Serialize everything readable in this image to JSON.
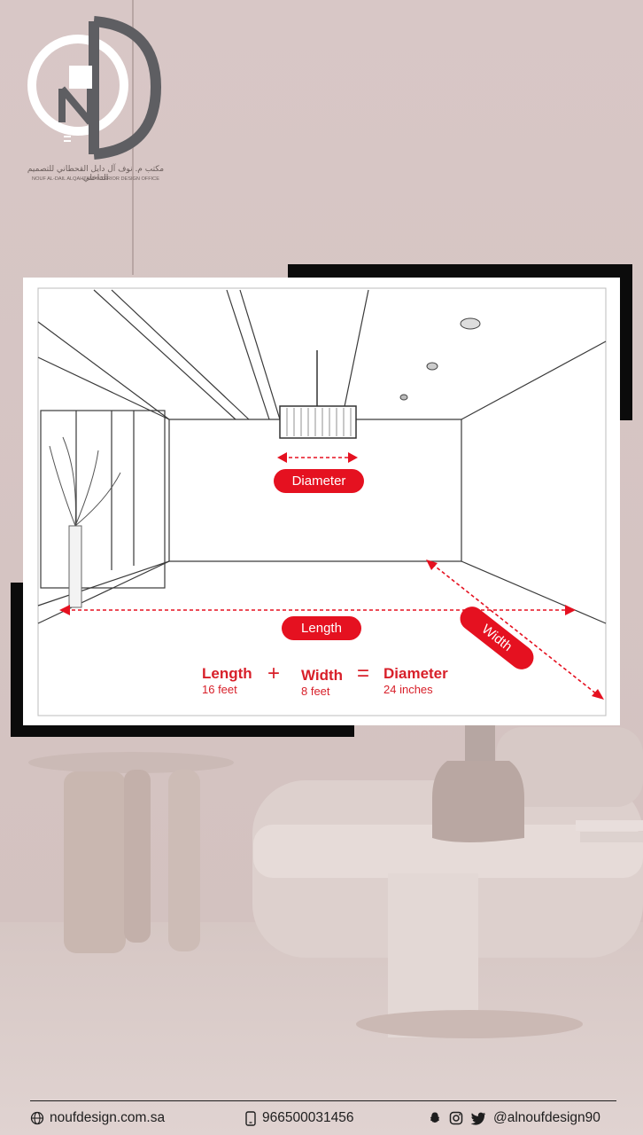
{
  "brand": {
    "logo_letters": "ND",
    "name_ar": "مكتب م. نوف آل دايل القحطاني للتصميم الداخلي",
    "name_en": "NOUF AL-DAIL ALQAHTANI INTERIOR DESIGN OFFICE",
    "accent_color": "#e51120"
  },
  "diagram": {
    "diameter_label": "Diameter",
    "length_label": "Length",
    "width_label": "Width",
    "formula": {
      "length_title": "Length",
      "length_value": "16 feet",
      "plus": "+",
      "width_title": "Width",
      "width_value": "8 feet",
      "equals": "=",
      "diameter_title": "Diameter",
      "diameter_value": "24 inches"
    }
  },
  "footer": {
    "website": "noufdesign.com.sa",
    "phone": "966500031456",
    "handle": "@alnoufdesign90",
    "icons": [
      "globe-icon",
      "phone-icon",
      "snapchat-icon",
      "instagram-icon",
      "twitter-icon"
    ]
  }
}
